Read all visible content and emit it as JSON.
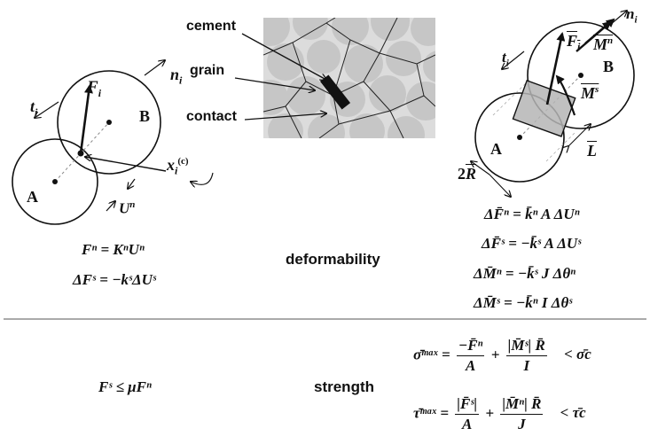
{
  "labels": {
    "cement": "cement",
    "grain": "grain",
    "contact": "contact",
    "deformability": "deformability",
    "strength": "strength",
    "A_left": "A",
    "B_left": "B",
    "A_right": "A",
    "B_right": "B",
    "Fi": "F",
    "Fi_sub": "i",
    "ni_left": "n",
    "ni_left_sub": "i",
    "ti_left": "t",
    "ti_left_sub": "i",
    "x_left": "x",
    "x_sub": "i",
    "x_sup": "(c)",
    "Un": "U",
    "Un_sup": "n",
    "ni_right": "n",
    "ni_right_sub": "i",
    "ti_right": "t",
    "ti_right_sub": "i",
    "Fbar": "F",
    "Fbar_sub": "i",
    "Mn": "M",
    "Mn_sup": "n",
    "Ms": "M",
    "Ms_sup": "s",
    "Lbar": "L",
    "R2": "2",
    "R2_R": "R"
  },
  "equations": {
    "left_1": "Fⁿ = KⁿUⁿ",
    "left_2": "ΔFˢ = −kˢΔUˢ",
    "right_1": "ΔF̄ⁿ = k̄ⁿ A ΔUⁿ",
    "right_2": "ΔF̄ˢ = −k̄ˢ A ΔUˢ",
    "right_3": "ΔM̄ⁿ = −k̄ˢ J Δθⁿ",
    "right_4": "ΔM̄ˢ = −k̄ⁿ I Δθˢ",
    "strength_left": "Fˢ ≤ μFⁿ",
    "sigma_lhs": "σ̄ᵐᵃˣ =",
    "sigma_num1": "−F̄ⁿ",
    "sigma_den1": "A",
    "sigma_plus": "+",
    "sigma_num2": "|M̄ˢ| R̄",
    "sigma_den2": "I",
    "sigma_rhs": "< σ̄c",
    "tau_lhs": "τ̄ᵐᵃˣ =",
    "tau_num1": "|F̄ˢ|",
    "tau_den1": "A",
    "tau_plus": "+",
    "tau_num2": "|M̄ⁿ| R̄",
    "tau_den2": "J",
    "tau_rhs": "< τ̄c"
  },
  "colors": {
    "ink": "#111111",
    "micro_bg": "#d9d9d9",
    "micro_grain": "#c4c4c4",
    "bond": "#b8b8b8"
  }
}
